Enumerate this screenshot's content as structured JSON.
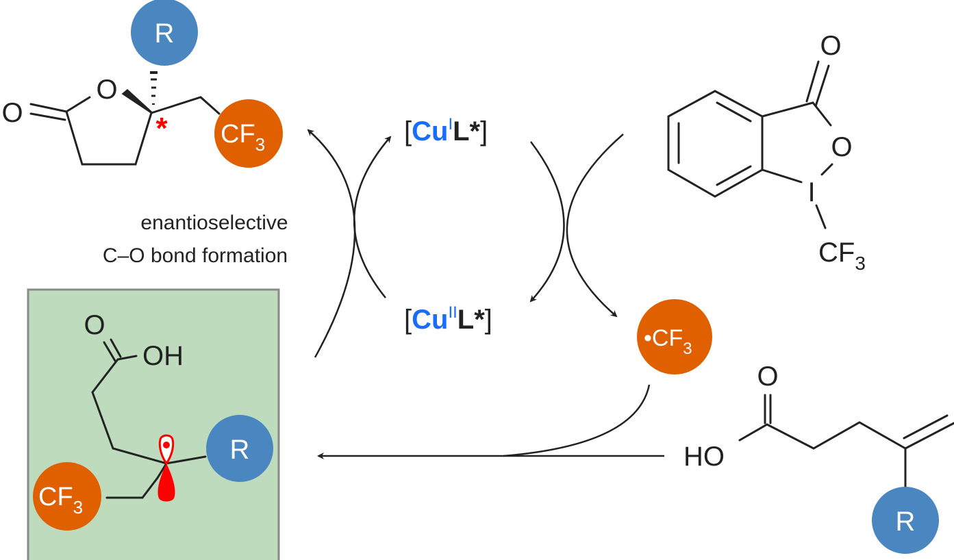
{
  "colors": {
    "r_group": "#4a86c0",
    "cf3_group": "#e06000",
    "copper": "#1a6cff",
    "box_fill": "#bedbbd",
    "stereo_mark": "#ff0000"
  },
  "labels": {
    "r": "R",
    "cf3_c": "CF",
    "sub3": "3",
    "o": "O",
    "oh": "OH",
    "ho": "HO",
    "i": "I",
    "radical_cf3": "•CF",
    "asterisk": "*",
    "bracket_open": "[",
    "bracket_close": "]",
    "cu": "Cu",
    "ox_one": "I",
    "ox_two": "II",
    "ligand": "L*"
  },
  "annotation": {
    "line1": "enantioselective",
    "line2": "C–O bond formation"
  }
}
